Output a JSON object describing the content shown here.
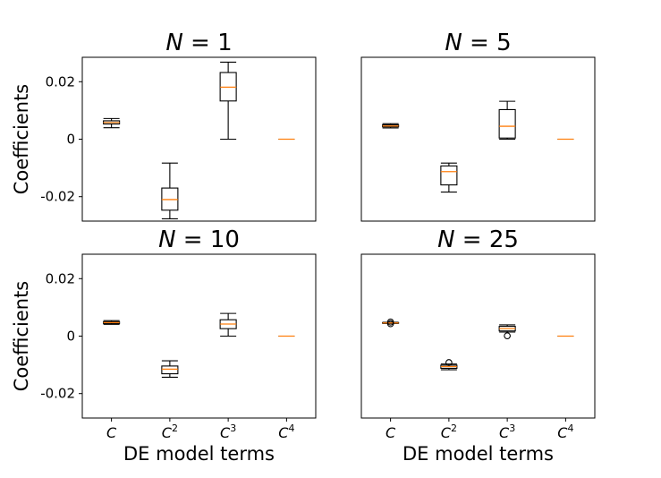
{
  "chart_data": {
    "type": "boxplot",
    "ylim": [
      -0.0285,
      0.0285
    ],
    "yticks": [
      0.02,
      0,
      -0.02
    ],
    "ytick_labels": [
      "0.02",
      "0",
      "-0.02"
    ],
    "xtick_labels": [
      {
        "base": "C",
        "sup": ""
      },
      {
        "base": "C",
        "sup": "2"
      },
      {
        "base": "C",
        "sup": "3"
      },
      {
        "base": "C",
        "sup": "4"
      }
    ],
    "ylabel": "Coefficients",
    "xlabel": "DE model terms",
    "panels": [
      {
        "title": {
          "var": "N",
          "rest": " = 1"
        },
        "boxes": [
          {
            "whislo": 0.004,
            "q1": 0.0053,
            "med": 0.0058,
            "q3": 0.0064,
            "whishi": 0.0072,
            "fliers": []
          },
          {
            "whislo": -0.0277,
            "q1": -0.0247,
            "med": -0.021,
            "q3": -0.017,
            "whishi": -0.0083,
            "fliers": []
          },
          {
            "whislo": 0.0,
            "q1": 0.0133,
            "med": 0.0181,
            "q3": 0.0232,
            "whishi": 0.0268,
            "fliers": []
          },
          {
            "whislo": 0.0,
            "q1": 0.0,
            "med": 0.0,
            "q3": 0.0,
            "whishi": 0.0,
            "fliers": []
          }
        ]
      },
      {
        "title": {
          "var": "N",
          "rest": " = 5"
        },
        "boxes": [
          {
            "whislo": 0.0039,
            "q1": 0.0043,
            "med": 0.0046,
            "q3": 0.005,
            "whishi": 0.0054,
            "fliers": []
          },
          {
            "whislo": -0.0184,
            "q1": -0.0159,
            "med": -0.0113,
            "q3": -0.0093,
            "whishi": -0.0083,
            "fliers": []
          },
          {
            "whislo": 0.0,
            "q1": 0.0004,
            "med": 0.0045,
            "q3": 0.0103,
            "whishi": 0.0132,
            "fliers": []
          },
          {
            "whislo": 0.0,
            "q1": 0.0,
            "med": 0.0,
            "q3": 0.0,
            "whishi": 0.0,
            "fliers": []
          }
        ]
      },
      {
        "title": {
          "var": "N",
          "rest": " = 10"
        },
        "boxes": [
          {
            "whislo": 0.0041,
            "q1": 0.0044,
            "med": 0.0047,
            "q3": 0.005,
            "whishi": 0.0054,
            "fliers": []
          },
          {
            "whislo": -0.0143,
            "q1": -0.0131,
            "med": -0.0115,
            "q3": -0.0104,
            "whishi": -0.0086,
            "fliers": []
          },
          {
            "whislo": 0.0,
            "q1": 0.0026,
            "med": 0.0042,
            "q3": 0.0057,
            "whishi": 0.0079,
            "fliers": []
          },
          {
            "whislo": 0.0,
            "q1": 0.0,
            "med": 0.0,
            "q3": 0.0,
            "whishi": 0.0,
            "fliers": []
          }
        ]
      },
      {
        "title": {
          "var": "N",
          "rest": " = 25"
        },
        "boxes": [
          {
            "whislo": 0.0044,
            "q1": 0.0045,
            "med": 0.0046,
            "q3": 0.0047,
            "whishi": 0.0048,
            "fliers": [
              0.0049,
              0.0043
            ]
          },
          {
            "whislo": -0.0117,
            "q1": -0.0112,
            "med": -0.0106,
            "q3": -0.0101,
            "whishi": -0.0097,
            "fliers": [
              -0.0092
            ]
          },
          {
            "whislo": 0.0014,
            "q1": 0.0018,
            "med": 0.0026,
            "q3": 0.0034,
            "whishi": 0.0039,
            "fliers": [
              0.0001
            ]
          },
          {
            "whislo": 0.0,
            "q1": 0.0,
            "med": 0.0,
            "q3": 0.0,
            "whishi": 0.0,
            "fliers": []
          }
        ]
      }
    ]
  }
}
